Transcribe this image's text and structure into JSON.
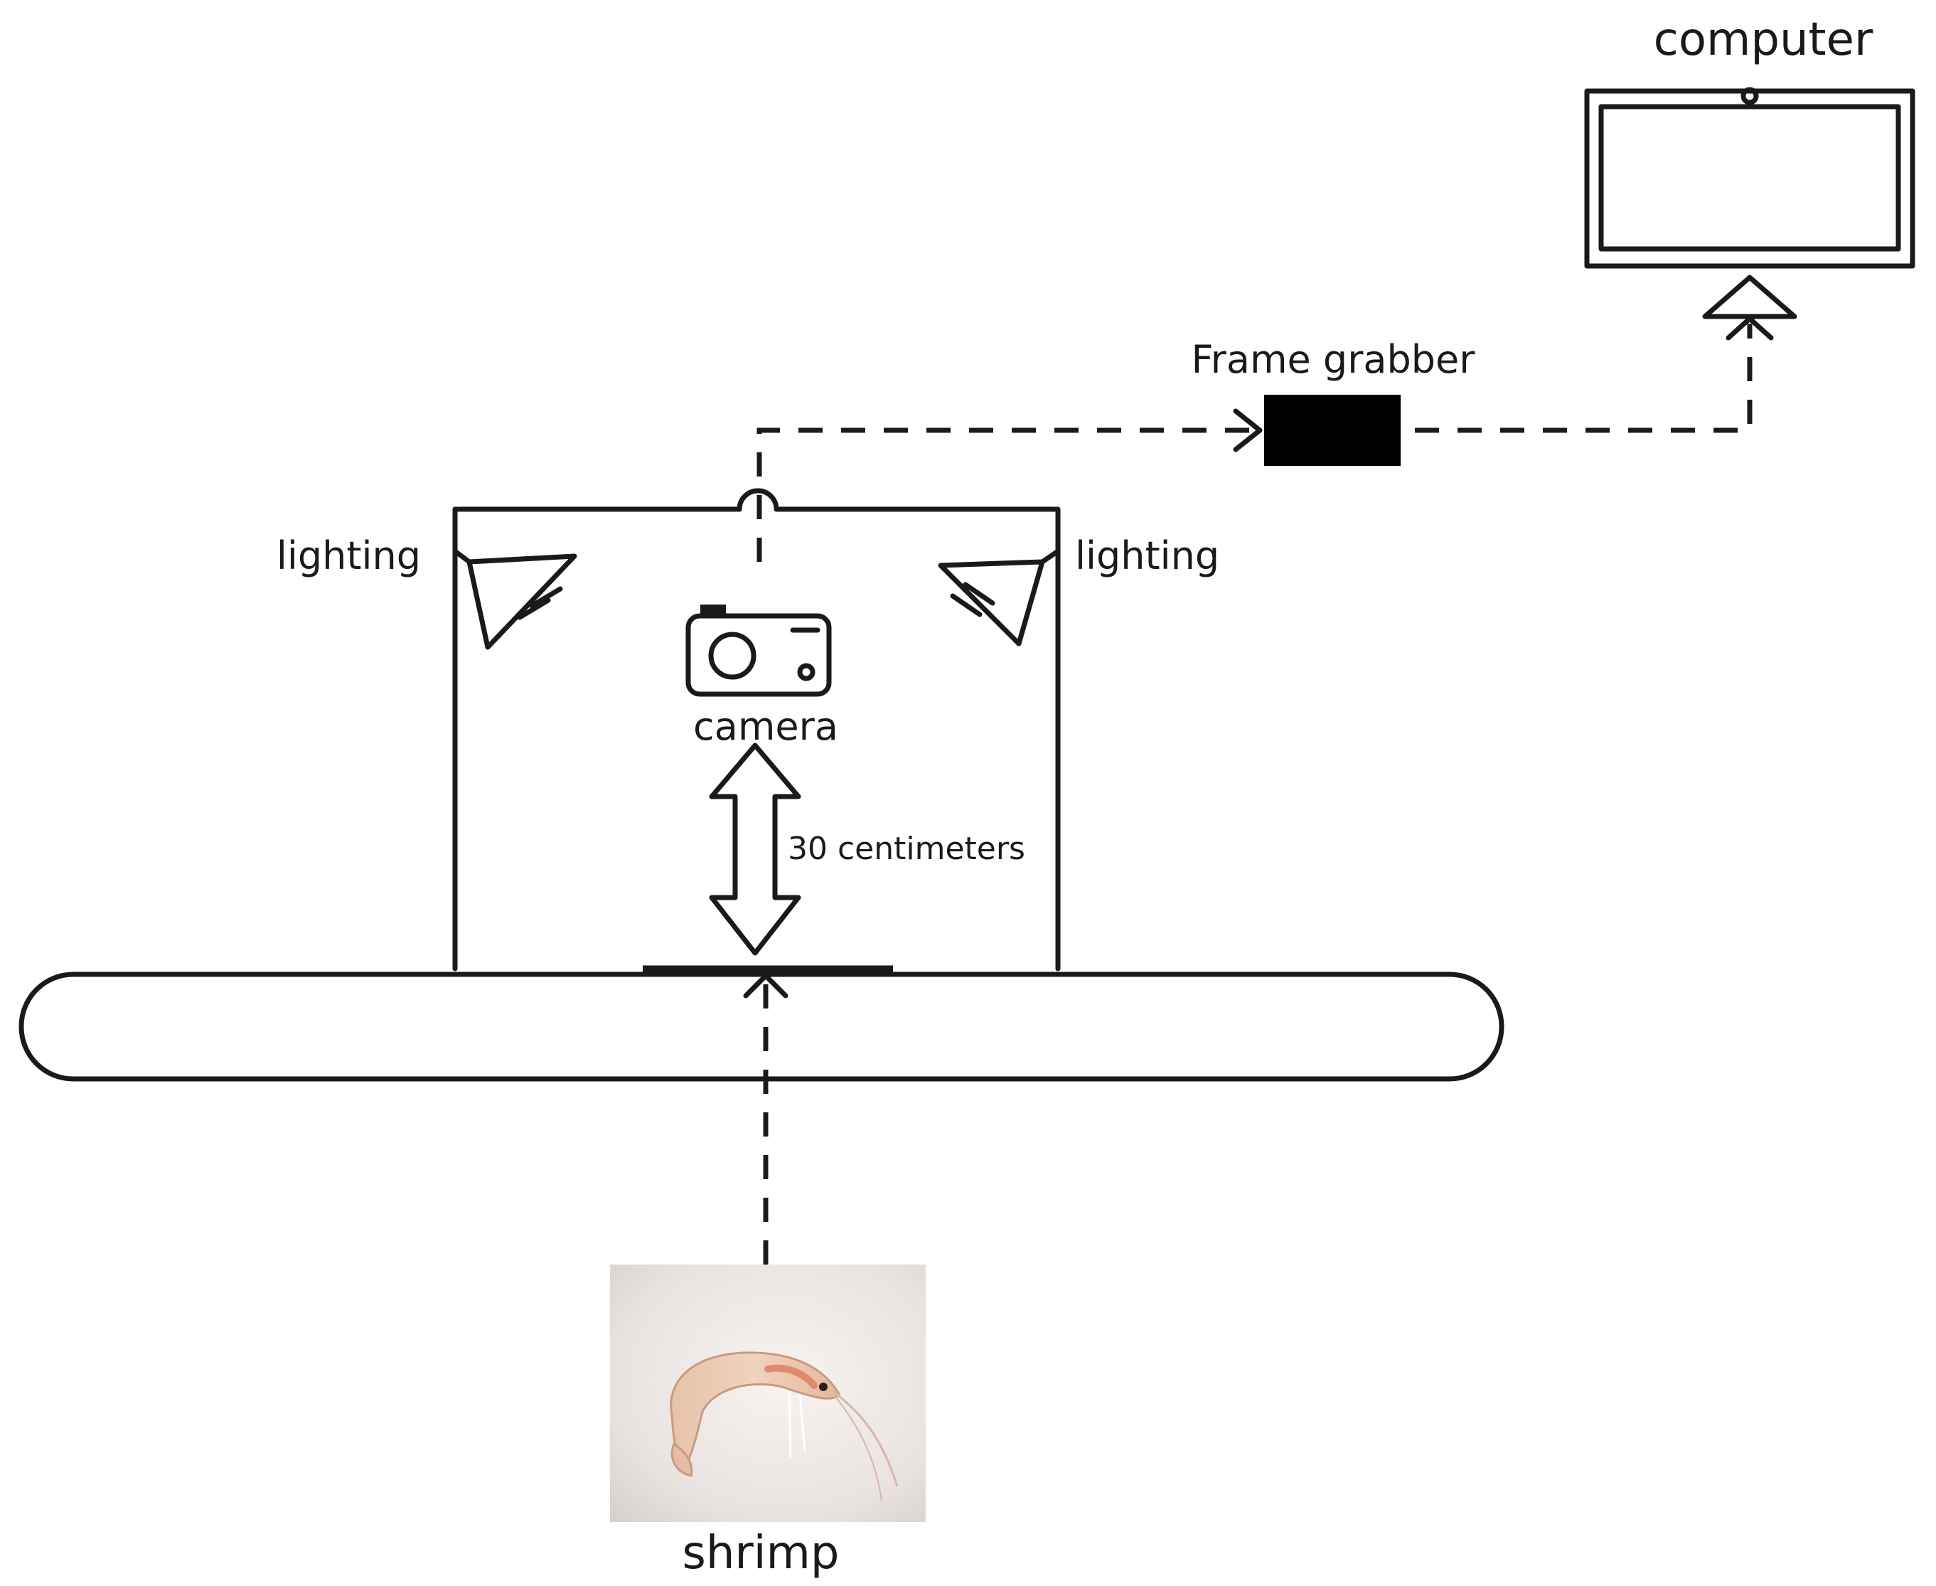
{
  "labels": {
    "computer": "computer",
    "frame_grabber": "Frame grabber",
    "lighting_left": "lighting",
    "lighting_right": "lighting",
    "camera": "camera",
    "distance": "30 centimeters",
    "shrimp": "shrimp"
  },
  "icons": {
    "computer": "monitor-icon",
    "frame_grabber": "frame-grabber-block",
    "lighting": "spotlight-icon",
    "camera": "camera-icon",
    "conveyor": "conveyor-belt",
    "sample": "shrimp-photo"
  },
  "colors": {
    "stroke": "#1a1a1a",
    "frame_grabber_fill": "#000000",
    "background": "#ffffff"
  }
}
